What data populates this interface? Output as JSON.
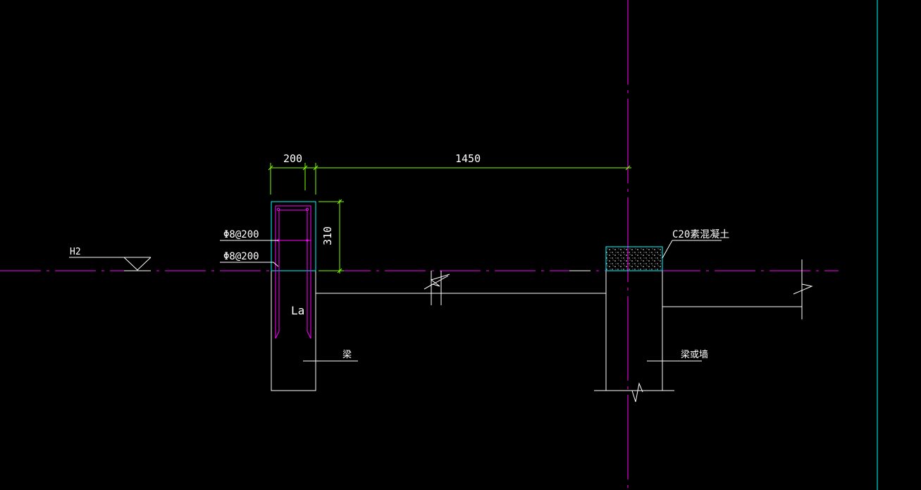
{
  "colors": {
    "background": "#000000",
    "magenta": "#ff00ff",
    "cyan": "#00ffff",
    "green": "#7fff00",
    "white": "#ffffff",
    "pink": "#ff66cc"
  },
  "labels": {
    "dim_width": "200",
    "dim_span": "1450",
    "dim_height": "310",
    "rebar_top": "Φ8@200",
    "rebar_bottom": "Φ8@200",
    "level": "H2",
    "anchor": "La",
    "concrete_note": "C20素混凝土",
    "beam_left": "梁",
    "beam_right": "梁或墙"
  }
}
